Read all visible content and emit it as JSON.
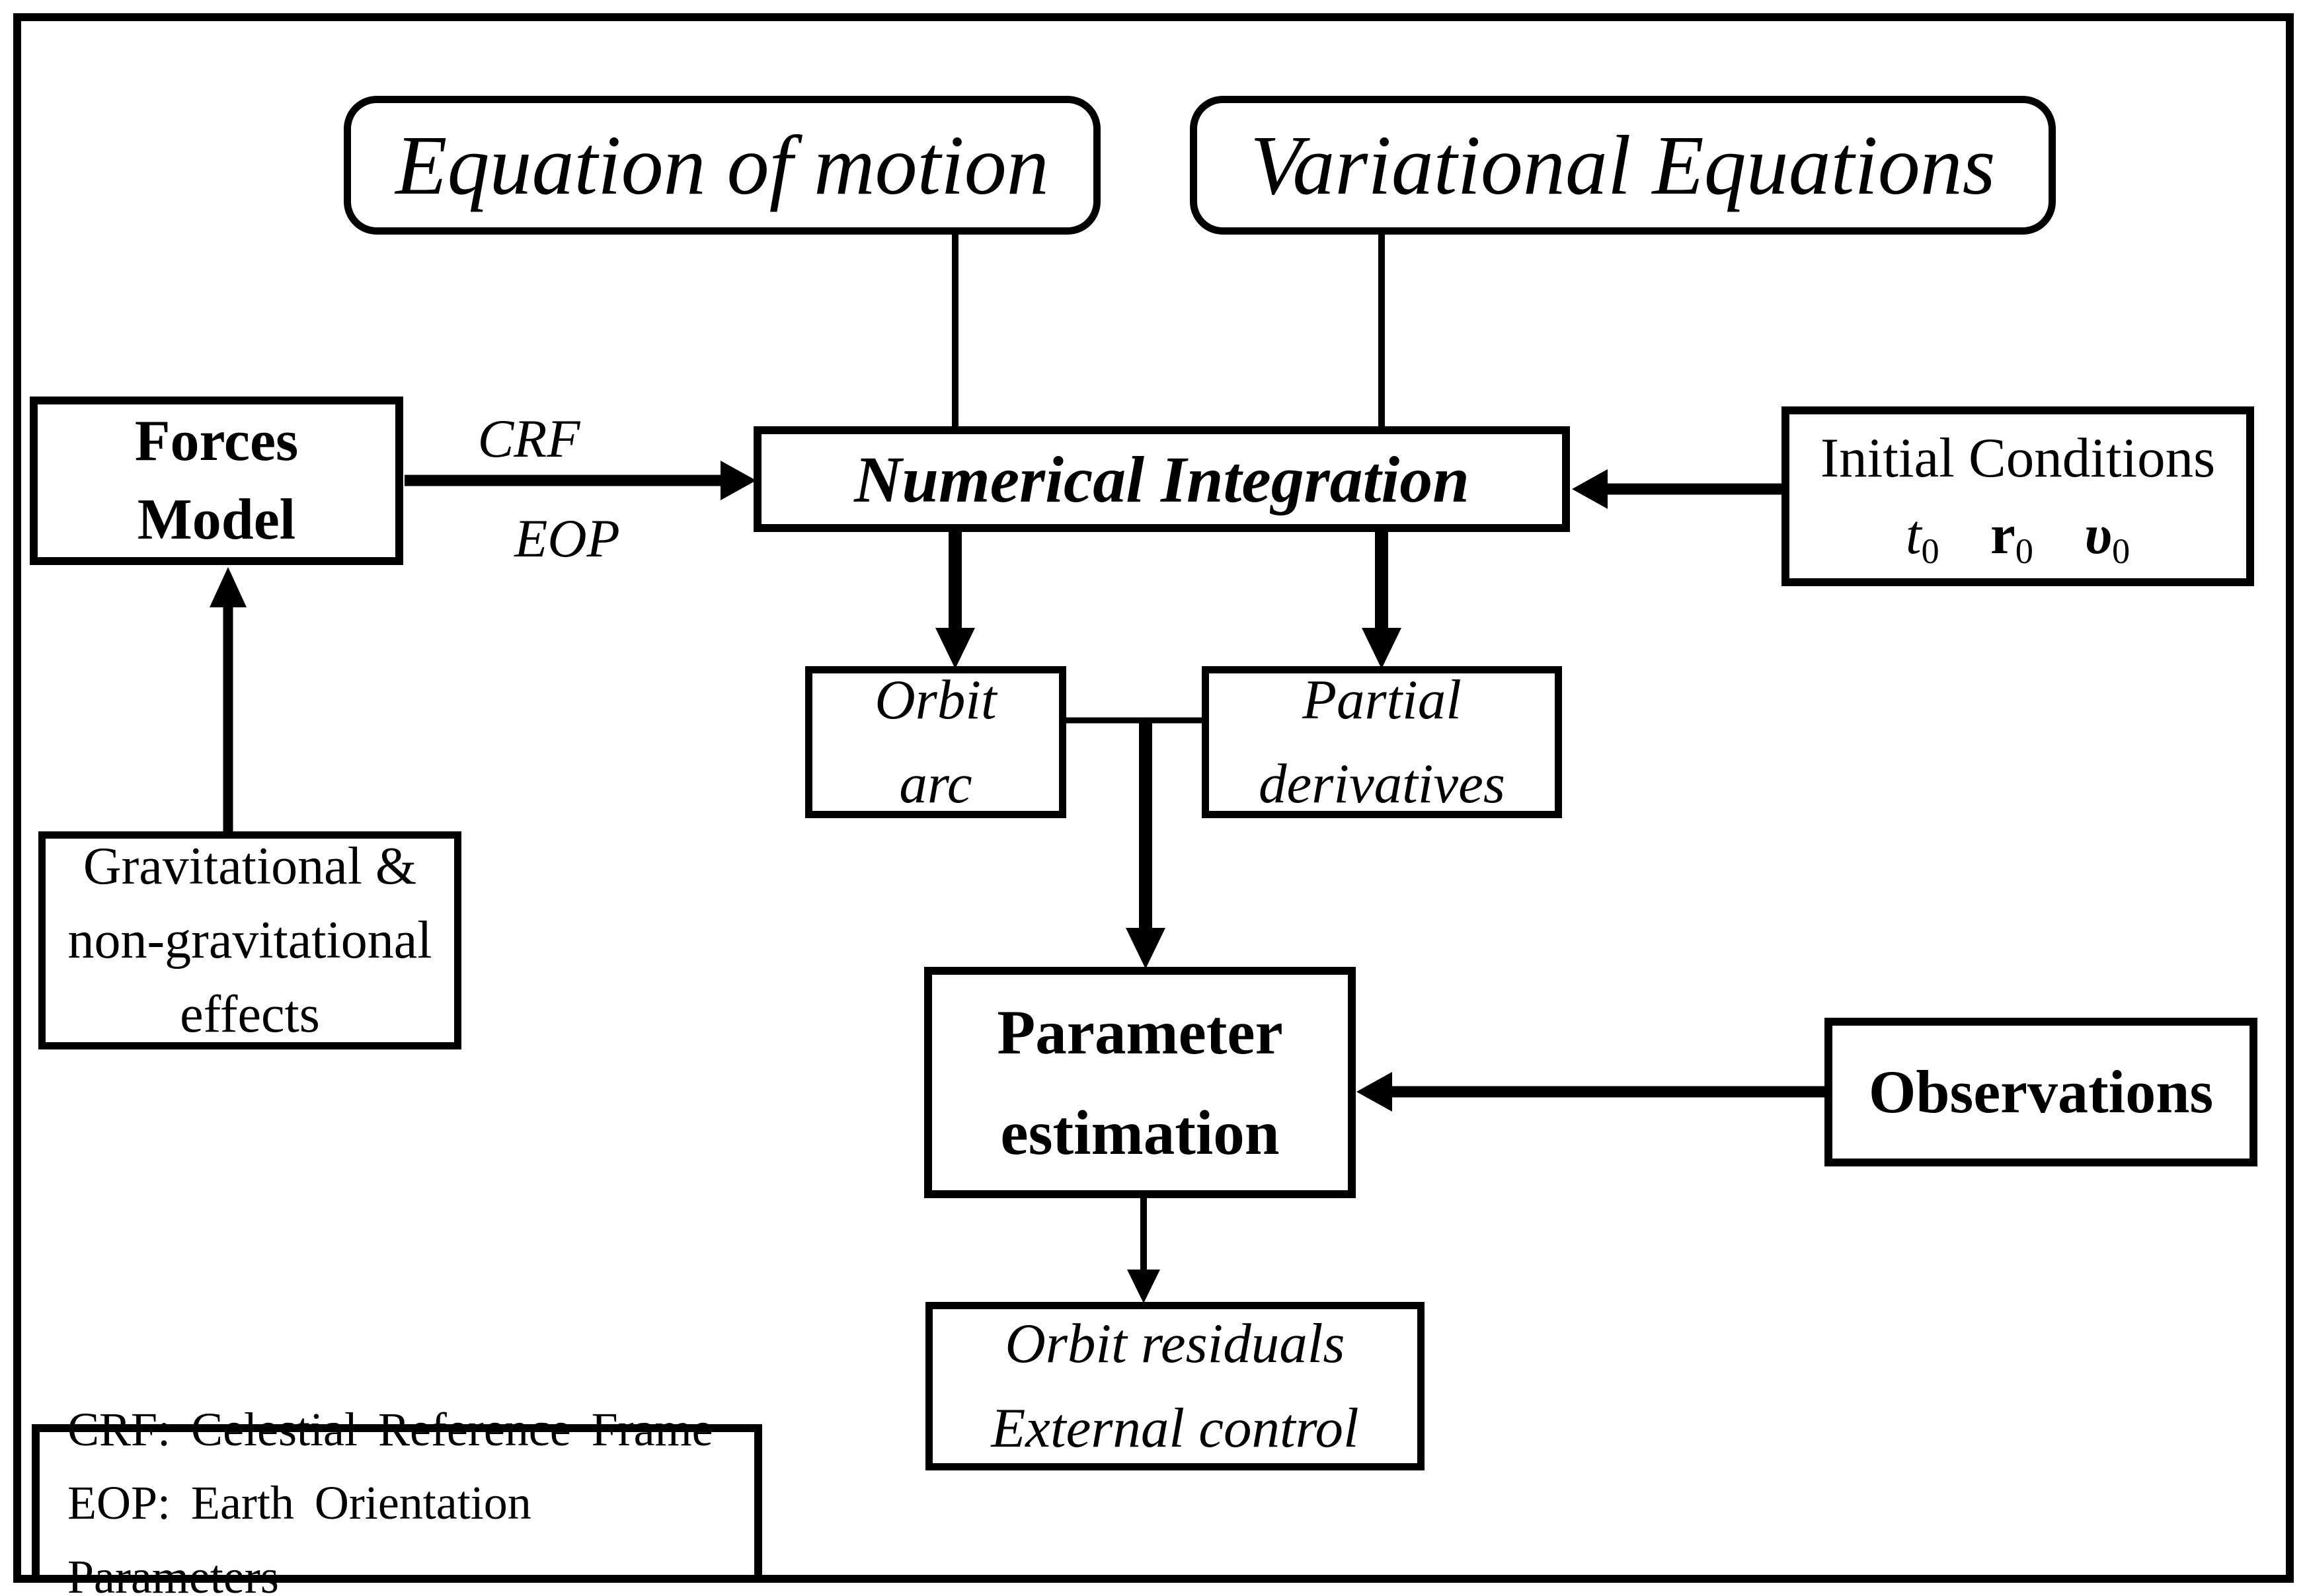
{
  "diagram": {
    "nodes": {
      "equation_of_motion": {
        "label": "Equation of motion"
      },
      "variational_equations": {
        "label": "Variational Equations"
      },
      "forces_model": {
        "line1": "Forces",
        "line2": "Model"
      },
      "numerical_integration": {
        "label": "Numerical Integration"
      },
      "initial_conditions": {
        "title": "Initial Conditions",
        "symbols": [
          {
            "base": "t",
            "sub": "0"
          },
          {
            "base": "r",
            "sub": "0"
          },
          {
            "base": "υ",
            "sub": "0"
          }
        ]
      },
      "orbit_arc": {
        "line1": "Orbit",
        "line2": "arc"
      },
      "partial_derivatives": {
        "line1": "Partial",
        "line2": "derivatives"
      },
      "parameter_estimation": {
        "line1": "Parameter",
        "line2": "estimation"
      },
      "observations": {
        "label": "Observations"
      },
      "orbit_residuals": {
        "line1": "Orbit residuals",
        "line2": "External control"
      },
      "gravitational_effects": {
        "line1": "Gravitational &",
        "line2": "non-gravitational",
        "line3": "effects"
      }
    },
    "arrow_labels": {
      "crf": "CRF",
      "eop": "EOP"
    },
    "legend": {
      "line1": "CRF: Celestial Reference Frame",
      "line2": "EOP: Earth Orientation Parameters"
    },
    "colors": {
      "ink": "#000000",
      "background": "#ffffff"
    }
  }
}
